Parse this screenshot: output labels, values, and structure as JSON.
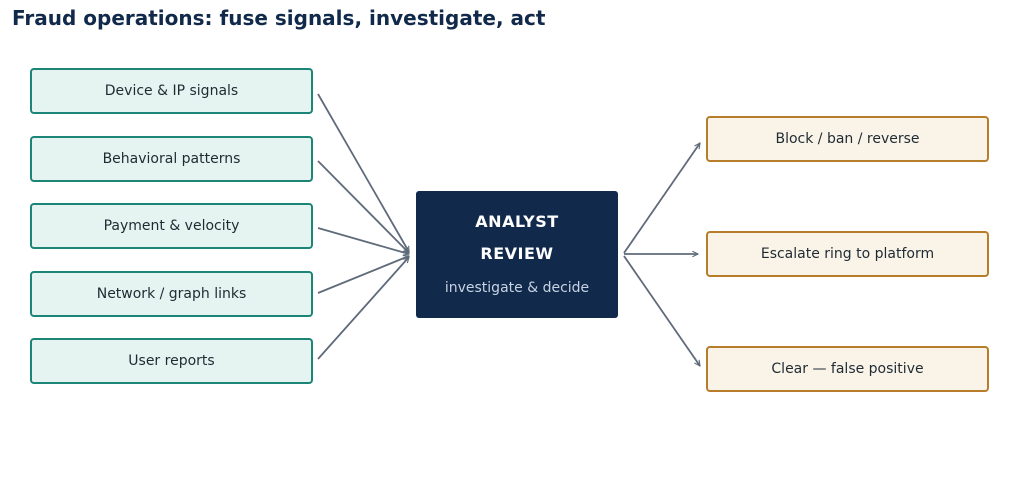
{
  "title": "Fraud operations: fuse signals, investigate, act",
  "signals": [
    "Device & IP signals",
    "Behavioral patterns",
    "Payment & velocity",
    "Network / graph links",
    "User reports"
  ],
  "hub": {
    "line1": "ANALYST",
    "line2": "REVIEW",
    "subtitle": "investigate & decide"
  },
  "actions": [
    "Block / ban / reverse",
    "Escalate ring to platform",
    "Clear — false positive"
  ],
  "colors": {
    "title": "#11294a",
    "signal_fill": "#e6f4f1",
    "signal_border": "#1c8577",
    "hub_fill": "#11294a",
    "action_fill": "#faf4e8",
    "action_border": "#b87d2a",
    "arrow": "#5f6b7a"
  }
}
